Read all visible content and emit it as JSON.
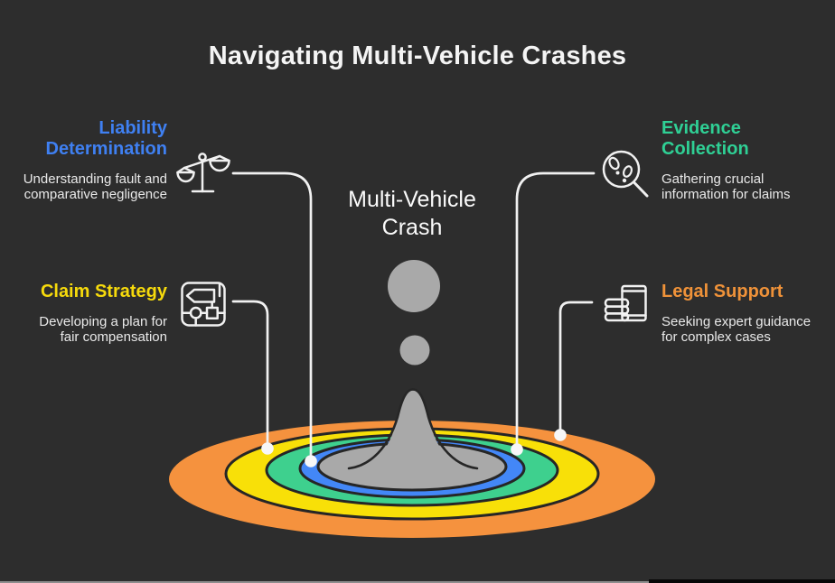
{
  "title": "Navigating Multi-Vehicle Crashes",
  "center": {
    "label": "Multi-Vehicle\nCrash"
  },
  "sections": {
    "liability": {
      "title": "Liability\nDetermination",
      "description": "Understanding fault and\ncomparative negligence",
      "accent": "#3f80f2",
      "icon": "scales-of-justice-icon"
    },
    "claim": {
      "title": "Claim Strategy",
      "description": "Developing a plan for\nfair compensation",
      "accent": "#f6da0c",
      "icon": "strategy-map-icon"
    },
    "evidence": {
      "title": "Evidence\nCollection",
      "description": "Gathering crucial\ninformation for claims",
      "accent": "#2fd095",
      "icon": "evidence-magnifier-icon"
    },
    "legal": {
      "title": "Legal Support",
      "description": "Seeking expert guidance\nfor complex cases",
      "accent": "#ef9239",
      "icon": "law-books-icon"
    }
  },
  "splash": {
    "rings": {
      "orange": "#f5923e",
      "yellow": "#f8e008",
      "green": "#3ed08e",
      "blue": "#4387f7",
      "pool": "#a9a9a9"
    },
    "droplet": "#a9a9a9",
    "outline": "#262626"
  },
  "colors": {
    "background": "#2d2d2d",
    "title_text": "#f4f4f4",
    "body_text": "#e9e9e9",
    "connector": "#f1f1f1"
  }
}
